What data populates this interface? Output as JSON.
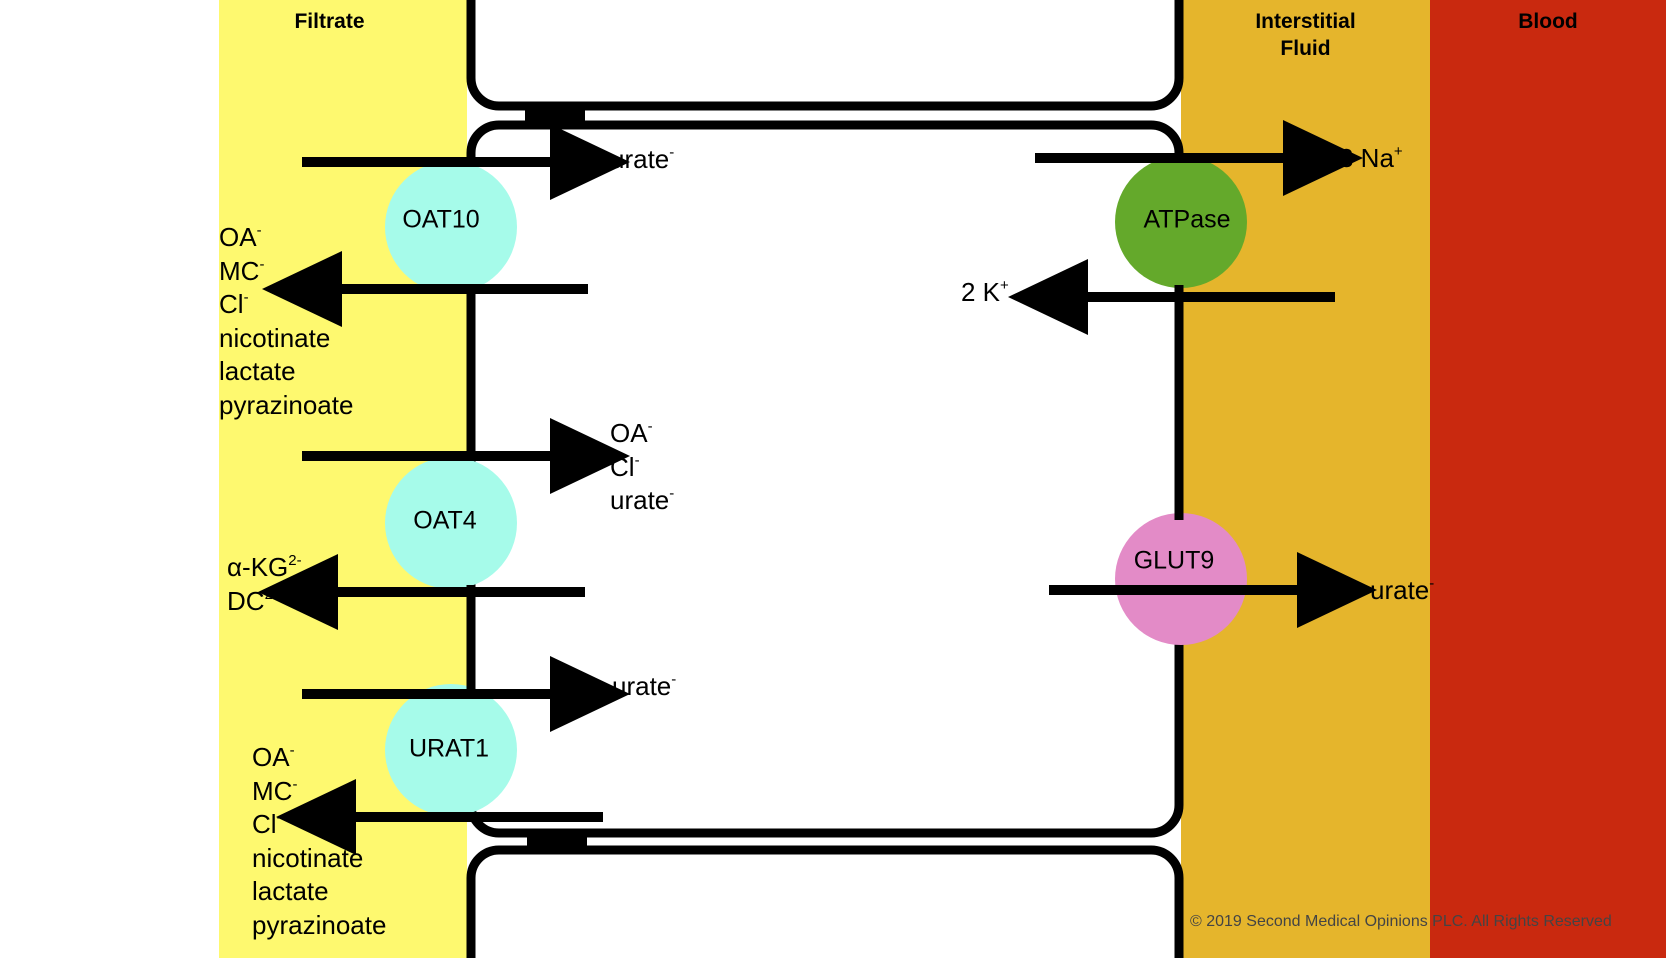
{
  "regions": {
    "filtrate": "Filtrate",
    "interstitial": "Interstitial\nFluid",
    "blood": "Blood"
  },
  "transporters": [
    {
      "name": "OAT10",
      "color": "#a6fbea"
    },
    {
      "name": "OAT4",
      "color": "#a6fbea"
    },
    {
      "name": "URAT1",
      "color": "#a6fbea"
    },
    {
      "name": "ATPase",
      "color": "#64a92b"
    },
    {
      "name": "GLUT9",
      "color": "#e38bc7"
    }
  ],
  "labels": {
    "oat10_in": [
      {
        "t": "urate",
        "sup": "-"
      }
    ],
    "oat10_out": [
      {
        "t": "OA",
        "sup": "-"
      },
      {
        "t": "MC",
        "sup": "-"
      },
      {
        "t": "Cl",
        "sup": "-"
      },
      {
        "t": "nicotinate",
        "sup": ""
      },
      {
        "t": "lactate",
        "sup": ""
      },
      {
        "t": "pyrazinoate",
        "sup": ""
      }
    ],
    "oat4_in": [
      {
        "t": "OA",
        "sup": "-"
      },
      {
        "t": "Cl",
        "sup": "-"
      },
      {
        "t": "urate",
        "sup": "-"
      }
    ],
    "oat4_out": [
      {
        "t": "α-KG",
        "sup": "2-"
      },
      {
        "t": "DC",
        "sup": "2-"
      }
    ],
    "urat1_in": [
      {
        "t": "urate",
        "sup": "-"
      }
    ],
    "urat1_out": [
      {
        "t": "OA",
        "sup": "-"
      },
      {
        "t": "MC",
        "sup": "-"
      },
      {
        "t": "Cl",
        "sup": "-"
      },
      {
        "t": "nicotinate",
        "sup": ""
      },
      {
        "t": "lactate",
        "sup": ""
      },
      {
        "t": "pyrazinoate",
        "sup": ""
      }
    ],
    "atpase_out": [
      {
        "t": "3 Na",
        "sup": "+"
      }
    ],
    "atpase_in": [
      {
        "t": "2 K",
        "sup": "+"
      }
    ],
    "glut9_out": [
      {
        "t": "urate",
        "sup": "-"
      }
    ]
  },
  "colors": {
    "filtrate": "#fef96f",
    "interstitial": "#e5b52c",
    "blood": "#c9290f",
    "cell": "#ffffff",
    "outline": "#000000"
  },
  "copyright": "© 2019 Second Medical Opinions PLC. All Rights Reserved"
}
